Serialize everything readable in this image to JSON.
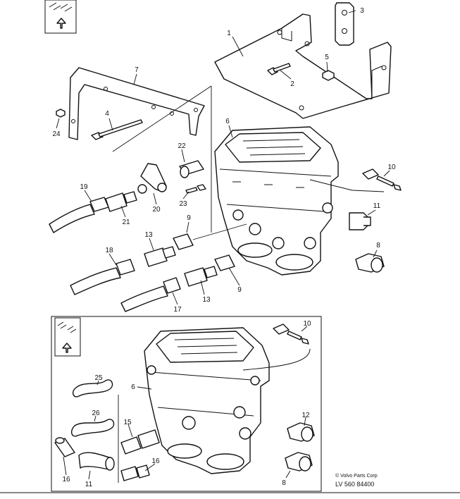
{
  "callouts_top": [
    {
      "id": "c1",
      "label": "1"
    },
    {
      "id": "c2",
      "label": "2"
    },
    {
      "id": "c3",
      "label": "3"
    },
    {
      "id": "c4",
      "label": "4"
    },
    {
      "id": "c5",
      "label": "5"
    },
    {
      "id": "c6",
      "label": "6"
    },
    {
      "id": "c7",
      "label": "7"
    },
    {
      "id": "c8",
      "label": "8"
    },
    {
      "id": "c9a",
      "label": "9"
    },
    {
      "id": "c9b",
      "label": "9"
    },
    {
      "id": "c10",
      "label": "10"
    },
    {
      "id": "c11",
      "label": "11"
    },
    {
      "id": "c13a",
      "label": "13"
    },
    {
      "id": "c13b",
      "label": "13"
    },
    {
      "id": "c17",
      "label": "17"
    },
    {
      "id": "c18",
      "label": "18"
    },
    {
      "id": "c19",
      "label": "19"
    },
    {
      "id": "c20",
      "label": "20"
    },
    {
      "id": "c21",
      "label": "21"
    },
    {
      "id": "c22",
      "label": "22"
    },
    {
      "id": "c23",
      "label": "23"
    },
    {
      "id": "c24",
      "label": "24"
    }
  ],
  "callouts_bottom": [
    {
      "id": "b6",
      "label": "6"
    },
    {
      "id": "b8",
      "label": "8"
    },
    {
      "id": "b10",
      "label": "10"
    },
    {
      "id": "b11",
      "label": "11"
    },
    {
      "id": "b12",
      "label": "12"
    },
    {
      "id": "b15",
      "label": "15"
    },
    {
      "id": "b16a",
      "label": "16"
    },
    {
      "id": "b16b",
      "label": "16"
    },
    {
      "id": "b25",
      "label": "25"
    },
    {
      "id": "b26",
      "label": "26"
    }
  ],
  "copyright": "© Volvo Parts Corp",
  "drawing_code": "LV 560 84400",
  "icons": [
    "direction-arrow-icon",
    "direction-arrow-icon"
  ]
}
